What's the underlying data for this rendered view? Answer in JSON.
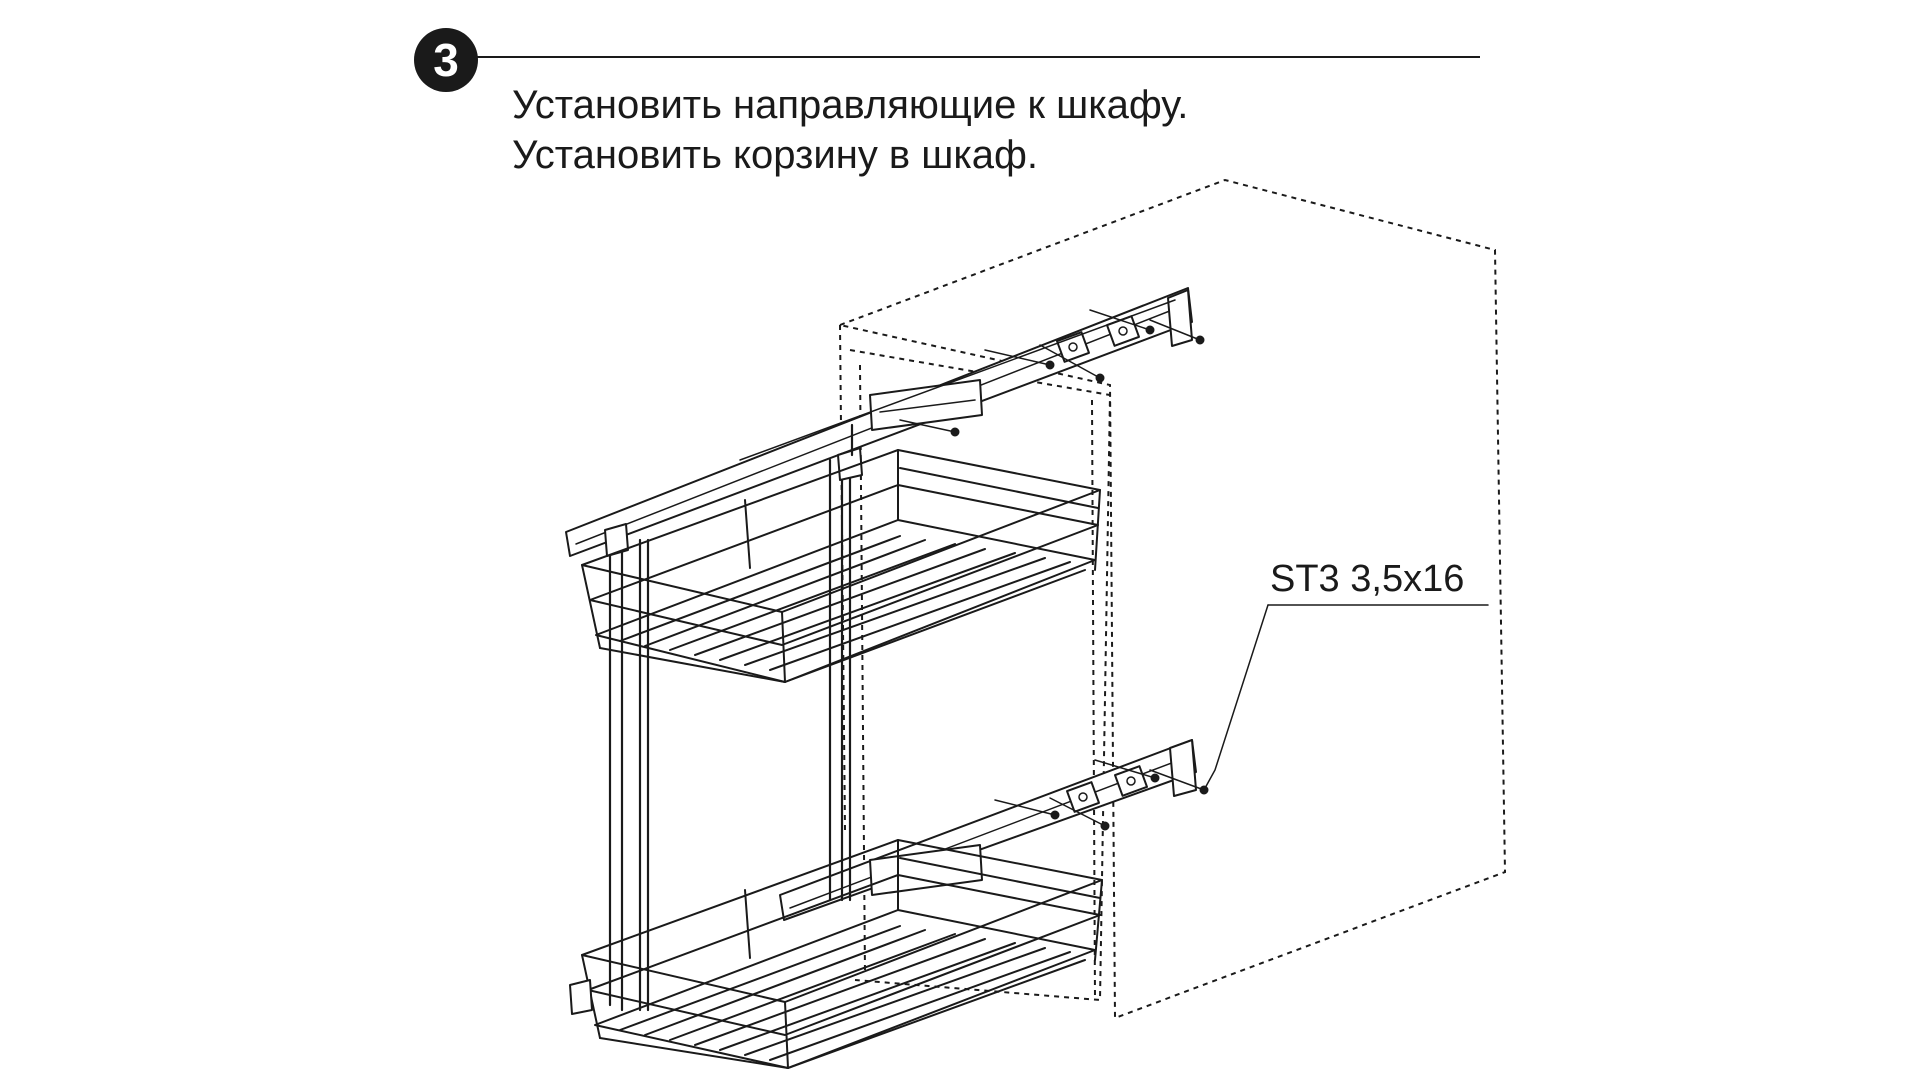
{
  "step": {
    "number": "3"
  },
  "instructions": {
    "line1": "Установить направляющие к шкафу.",
    "line2": "Установить корзину в шкаф."
  },
  "callout": {
    "screw_spec": "ST3 3,5x16"
  },
  "icons": {
    "step_badge": "filled-circle-number",
    "illustration": "two-tier-wire-basket-with-drawer-slides-in-cabinet"
  },
  "colors": {
    "ink": "#1a1a1a",
    "background": "#ffffff"
  }
}
